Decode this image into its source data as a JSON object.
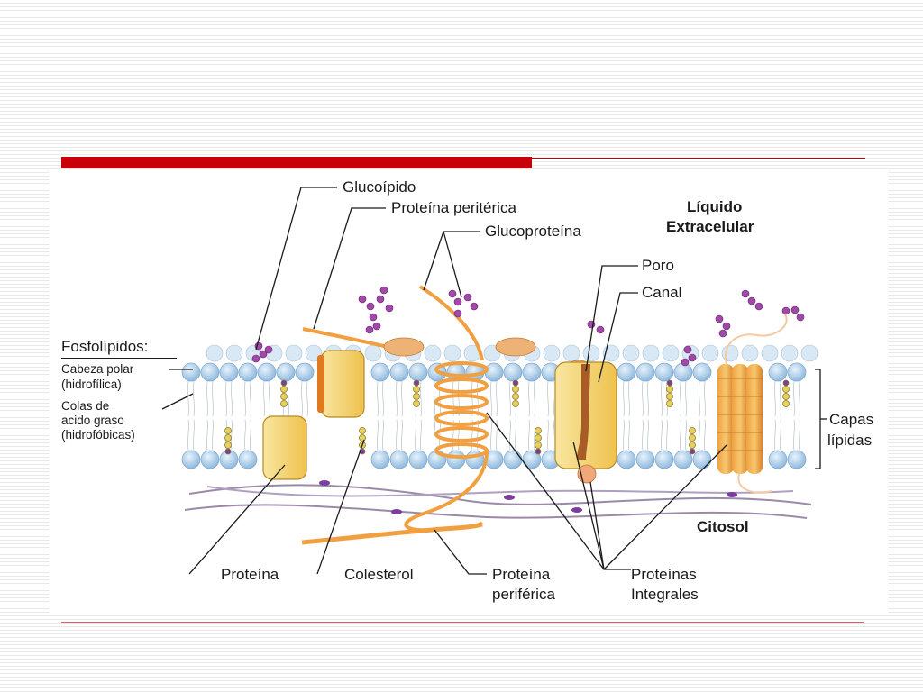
{
  "labels": {
    "glucolipido": "Glucoípido",
    "proteina_periterica": "Proteína peritérica",
    "glucoproteina": "Glucoproteína",
    "liquido": "Líquido",
    "extracelular": "Extracelular",
    "poro": "Poro",
    "canal": "Canal",
    "fosfolipidos": "Fosfolípidos:",
    "cabeza_polar": "Cabeza polar",
    "hidrofilica": "(hidrofílica)",
    "colas_de": "Colas de",
    "acido_graso": "acido graso",
    "hidrofobicas": "(hidrofóbicas)",
    "capas": "Capas",
    "lipidas": "lípidas",
    "citosol": "Citosol",
    "proteina": "Proteína",
    "colesterol": "Colesterol",
    "proteina_periferica_1": "Proteína",
    "proteina_periferica_2": "periférica",
    "proteinas_integrales_1": "Proteínas",
    "proteinas_integrales_2": "Integrales"
  },
  "colors": {
    "accent_red": "#c8000a",
    "protein_fill": "#f5d777",
    "orange": "#f0a040",
    "head_blue": "#b8d6ee",
    "sugar_purple": "#a04aa8"
  }
}
